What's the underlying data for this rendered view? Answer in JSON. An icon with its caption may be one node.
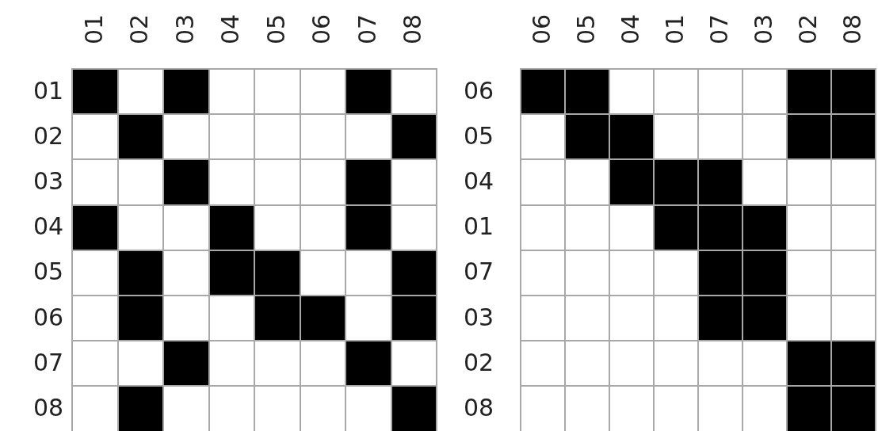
{
  "diagram": {
    "labels": [
      "01",
      "02",
      "03",
      "04",
      "05",
      "06",
      "07",
      "08",
      "06",
      "05",
      "04",
      "01",
      "07",
      "03",
      "02",
      "08",
      "01",
      "06",
      "02",
      "05",
      "03",
      "04",
      "04",
      "01",
      "05",
      "07",
      "06",
      "03",
      "07",
      "02",
      "08",
      "08"
    ]
  }
}
